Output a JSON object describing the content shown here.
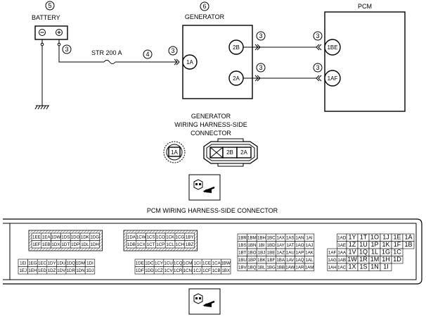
{
  "battery": {
    "ref": "5",
    "label": "BATTERY",
    "terminal_ref": "3",
    "neg": "⊖",
    "pos": "⊕"
  },
  "generator": {
    "ref": "6",
    "label": "GENERATOR",
    "pins": [
      {
        "id": "2B",
        "ref": "3"
      },
      {
        "id": "2A",
        "ref": "3"
      },
      {
        "id": "1A",
        "ref": "3"
      }
    ]
  },
  "pcm": {
    "label": "PCM",
    "pins": [
      {
        "id": "1BE",
        "ref": "3"
      },
      {
        "id": "1AF",
        "ref": "3"
      }
    ]
  },
  "fuse": {
    "label": "STR 200 A",
    "ref": "4"
  },
  "gen_connector": {
    "title_lines": [
      "GENERATOR",
      "WIRING HARNESS-SIDE",
      "CONNECTOR"
    ],
    "pin_single": "1A",
    "pins": [
      "2B",
      "2A"
    ]
  },
  "pcm_connector": {
    "title": "PCM WIRING HARNESS-SIDE CONNECTOR",
    "block1": [
      [
        "1EE",
        "1EA",
        "1DW",
        "1DS",
        "1DO",
        "1DK",
        "1DG"
      ],
      [
        "1EF",
        "1EB",
        "1DX",
        "1DT",
        "1DP",
        "1DL",
        "1DH"
      ]
    ],
    "block2": [
      [
        "1DA",
        "1CW",
        "1CS",
        "1CO",
        "1CK",
        "1CG",
        "1BY"
      ],
      [
        "1DB",
        "1CX",
        "1CT",
        "1CP",
        "1CL",
        "1CH",
        "1BZ"
      ]
    ],
    "block3": [
      [
        "1EI",
        "1EG",
        "1EC",
        "1DY",
        "1DU",
        "1DQ",
        "1DM",
        "1DI"
      ],
      [
        "1EJ",
        "1EH",
        "1ED",
        "1DZ",
        "1DV",
        "1DR",
        "1DN",
        "1DJ"
      ]
    ],
    "block4": [
      [
        "1DE",
        "1DC",
        "1CY",
        "1CU",
        "1CQ",
        "1CM",
        "1CI",
        "1CE",
        "1CA",
        "1BW"
      ],
      [
        "1DF",
        "1DD",
        "1CZ",
        "1CV",
        "1CR",
        "1CN",
        "1CJ",
        "1CF",
        "1CB",
        "1BX"
      ]
    ],
    "block5": [
      [
        "1BR",
        "1BM",
        "1BH",
        "1BC",
        "1AX",
        "1AS",
        "1AN",
        "1AI"
      ],
      [
        "1BS",
        "1BN",
        "1BI",
        "1BD",
        "1AY",
        "1AT",
        "1AO",
        "1AJ"
      ],
      [
        "1BT",
        "1BO",
        "1BJ",
        "1BE",
        "1AZ",
        "1AU",
        "1AP",
        "1AK"
      ],
      [
        "1BU",
        "1BP",
        "1BK",
        "1BF",
        "1BA",
        "1AV",
        "1AQ",
        "1AL"
      ],
      [
        "1BV",
        "1BQ",
        "1BL",
        "1BG",
        "1BB",
        "1AW",
        "1AR",
        "1AM"
      ]
    ],
    "block6_small": [
      [
        "1AD"
      ],
      [
        "1AE"
      ],
      [
        "1AF",
        "1AA"
      ],
      [
        "1AG",
        "1AB"
      ],
      [
        "1AH",
        "1AC"
      ]
    ],
    "block6_big": [
      [
        "1Y",
        "1T",
        "1O",
        "1J",
        "1E",
        "1A"
      ],
      [
        "1Z",
        "1U",
        "1P",
        "1K",
        "1F",
        "1B"
      ],
      [
        "1V",
        "1Q",
        "1L",
        "1G",
        "1C"
      ],
      [
        "1W",
        "1R",
        "1M",
        "1H",
        "1D"
      ],
      [
        "1X",
        "1S",
        "1N",
        "1I"
      ]
    ]
  }
}
